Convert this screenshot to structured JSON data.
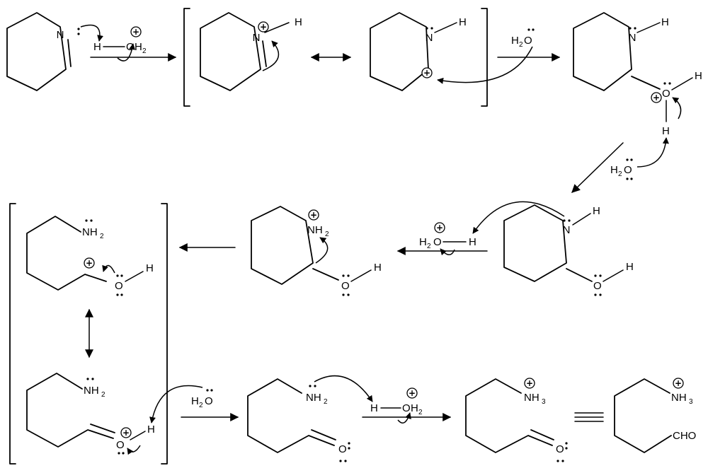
{
  "atoms": {
    "N": "N",
    "H": "H",
    "O": "O",
    "NH": "NH",
    "CHO": "CHO",
    "sub2": "2",
    "sub3": "3"
  },
  "symbols": {
    "plus": "+"
  }
}
